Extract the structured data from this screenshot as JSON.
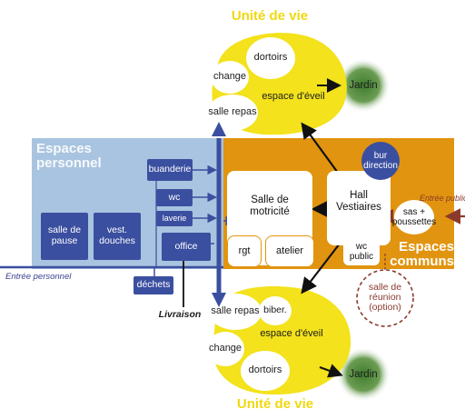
{
  "titles": {
    "top_unit": "Unité de vie",
    "bottom_unit": "Unité de vie"
  },
  "zones": {
    "personnel": "Espaces\npersonnel",
    "communs": "Espaces\ncommuns"
  },
  "top_unit": {
    "dortoirs": "dortoirs",
    "change": "change",
    "salle_repas": "salle repas",
    "espace_eveil": "espace d'éveil",
    "jardin": "Jardin"
  },
  "bottom_unit": {
    "salle_repas": "salle repas",
    "biberon": "biber.",
    "espace_eveil": "espace d'éveil",
    "change": "change",
    "dortoirs": "dortoirs",
    "jardin": "Jardin"
  },
  "personnel_rooms": {
    "buanderie": "buanderie",
    "wc": "wc",
    "laverie": "laverie",
    "office": "office",
    "salle_pause": "salle de\npause",
    "vest_douches": "vest.\ndouches",
    "dechets": "déchets"
  },
  "central": {
    "motricite": "Salle de\nmotricité",
    "rgt": "rgt",
    "atelier": "atelier",
    "hall": "Hall\nVestiaires",
    "bur_direction": "bur\ndirection",
    "sas": "sas +\npoussettes",
    "wc_public": "wc\npublic",
    "reunion": "salle de\nréunion\n(option)"
  },
  "labels": {
    "entree_personnel": "Entrée personnel",
    "entree_public": "Entrée public",
    "livraison": "Livraison"
  },
  "colors": {
    "yellow": "#f3e21c",
    "orange": "#e1940f",
    "light_blue": "#a9c4e0",
    "navy": "#3b4fa0",
    "green": "#4c8a3a",
    "brown": "#8b3a2e"
  }
}
